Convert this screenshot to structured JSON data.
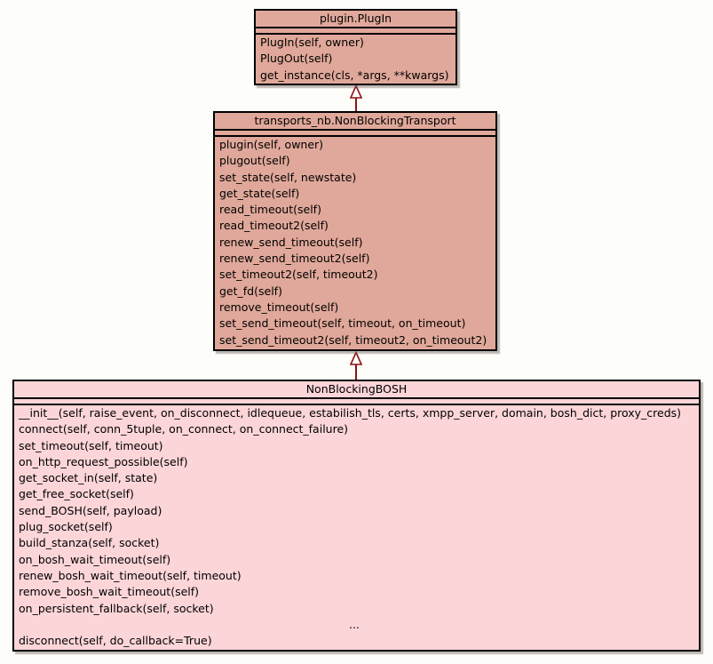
{
  "diagram": {
    "background_color": "#fdfdfa",
    "arrow_color": "#8b1414",
    "border_color": "#000000",
    "classes": [
      {
        "name": "plugin.PlugIn",
        "fill": "#e0a89a",
        "attributes": [],
        "methods": [
          "PlugIn(self, owner)",
          "PlugOut(self)",
          "get_instance(cls, *args, **kwargs)"
        ]
      },
      {
        "name": "transports_nb.NonBlockingTransport",
        "fill": "#e0a89a",
        "attributes": [],
        "methods": [
          "plugin(self, owner)",
          "plugout(self)",
          "set_state(self, newstate)",
          "get_state(self)",
          "read_timeout(self)",
          "read_timeout2(self)",
          "renew_send_timeout(self)",
          "renew_send_timeout2(self)",
          "set_timeout2(self, timeout2)",
          "get_fd(self)",
          "remove_timeout(self)",
          "set_send_timeout(self, timeout, on_timeout)",
          "set_send_timeout2(self, timeout2, on_timeout2)"
        ]
      },
      {
        "name": "NonBlockingBOSH",
        "fill": "#fcd5d9",
        "attributes": [],
        "methods": [
          "__init__(self, raise_event, on_disconnect, idlequeue, estabilish_tls, certs, xmpp_server, domain, bosh_dict, proxy_creds)",
          "connect(self, conn_5tuple, on_connect, on_connect_failure)",
          "set_timeout(self, timeout)",
          "on_http_request_possible(self)",
          "get_socket_in(self, state)",
          "get_free_socket(self)",
          "send_BOSH(self, payload)",
          "plug_socket(self)",
          "build_stanza(self, socket)",
          "on_bosh_wait_timeout(self)",
          "renew_bosh_wait_timeout(self, timeout)",
          "remove_bosh_wait_timeout(self)",
          "on_persistent_fallback(self, socket)",
          "...",
          "disconnect(self, do_callback=True)"
        ]
      }
    ],
    "relations": [
      {
        "type": "inheritance",
        "from": "transports_nb.NonBlockingTransport",
        "to": "plugin.PlugIn"
      },
      {
        "type": "inheritance",
        "from": "NonBlockingBOSH",
        "to": "transports_nb.NonBlockingTransport"
      }
    ]
  }
}
